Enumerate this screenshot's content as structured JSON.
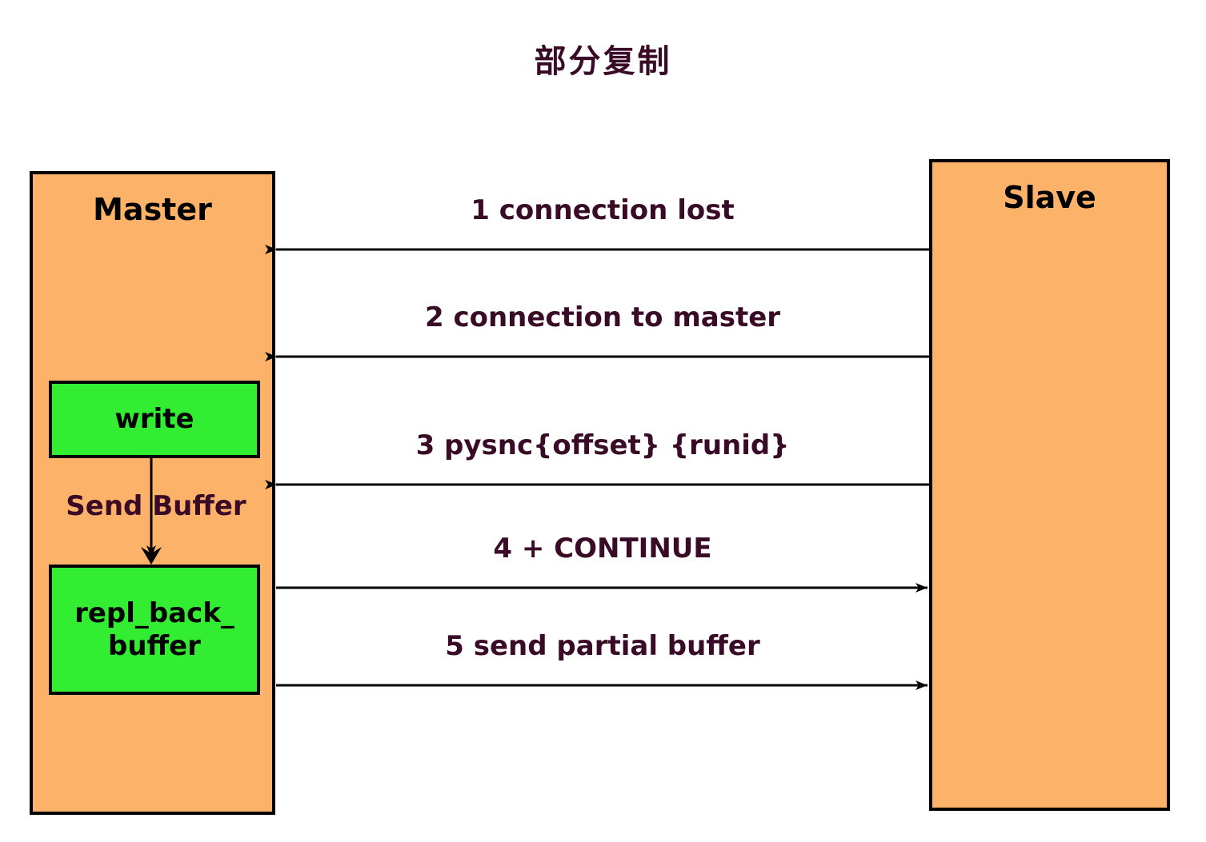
{
  "diagram": {
    "title": "部分复制",
    "title_color": "#3a0b26",
    "background_color": "#ffffff",
    "node_fill_color": "#fdb26a",
    "inner_fill_color": "#33ed33",
    "line_color": "#000000"
  },
  "nodes": {
    "master": {
      "label": "Master",
      "inner": {
        "write": {
          "label": "write"
        },
        "repl_back_buffer": {
          "label": "repl_back_\nbuffer"
        },
        "send_buffer": {
          "label": "Send Buffer"
        }
      }
    },
    "slave": {
      "label": "Slave"
    }
  },
  "messages": [
    {
      "id": "1",
      "label": "1 connection lost",
      "direction": "slave-to-master"
    },
    {
      "id": "2",
      "label": "2 connection to master",
      "direction": "slave-to-master"
    },
    {
      "id": "3",
      "label": "3 pysnc{offset} {runid}",
      "direction": "slave-to-master"
    },
    {
      "id": "4",
      "label": "4 + CONTINUE",
      "direction": "master-to-slave"
    },
    {
      "id": "5",
      "label": "5 send partial buffer",
      "direction": "master-to-slave"
    }
  ]
}
